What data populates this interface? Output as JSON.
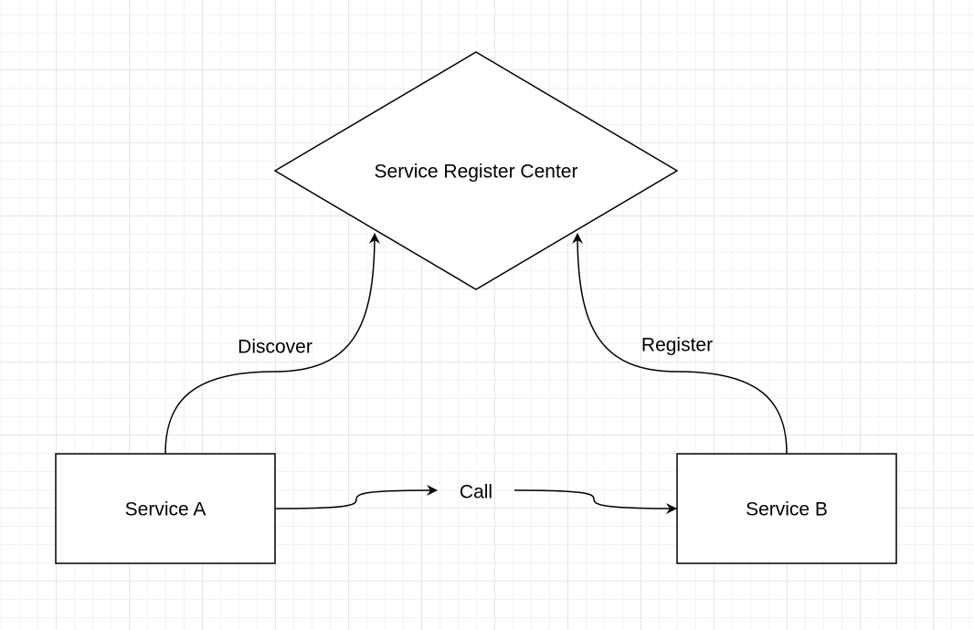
{
  "nodes": {
    "center": {
      "label": "Service Register Center"
    },
    "service_a": {
      "label": "Service A"
    },
    "service_b": {
      "label": "Service B"
    }
  },
  "edges": {
    "discover": {
      "label": "Discover"
    },
    "register": {
      "label": "Register"
    },
    "call": {
      "label": "Call"
    }
  },
  "colors": {
    "stroke": "#000000",
    "fill": "#ffffff",
    "grid_major": "#e6e6e6",
    "grid_minor": "#f3f3f3"
  }
}
